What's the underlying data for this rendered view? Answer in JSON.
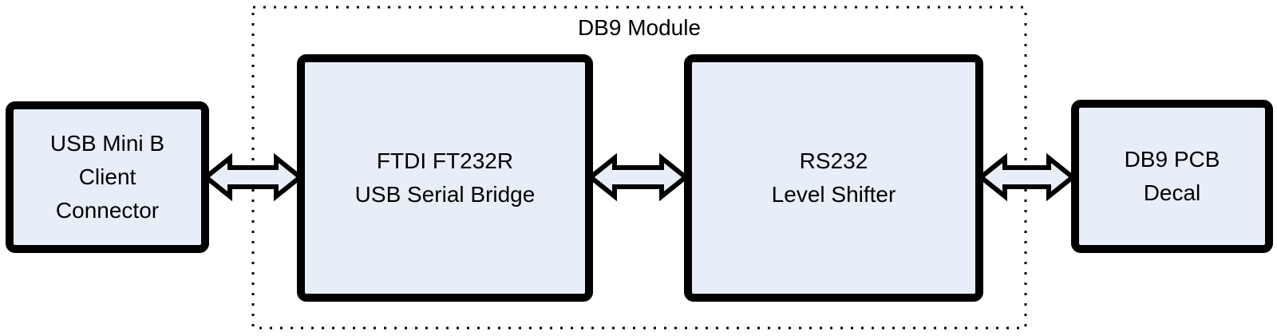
{
  "diagram": {
    "type": "block-diagram",
    "module_label": "DB9 Module",
    "blocks": [
      {
        "id": "usb-mini-b-client-connector",
        "label_lines": [
          "USB Mini B",
          "Client",
          "Connector"
        ],
        "inside_module": false
      },
      {
        "id": "ftdi-ft232r-usb-serial-bridge",
        "label_lines": [
          "FTDI FT232R",
          "USB Serial Bridge"
        ],
        "inside_module": true
      },
      {
        "id": "rs232-level-shifter",
        "label_lines": [
          "RS232",
          "Level Shifter"
        ],
        "inside_module": true
      },
      {
        "id": "db9-pcb-decal",
        "label_lines": [
          "DB9 PCB",
          "Decal"
        ],
        "inside_module": false
      }
    ],
    "connections": [
      {
        "from": "usb-mini-b-client-connector",
        "to": "ftdi-ft232r-usb-serial-bridge",
        "style": "bidirectional-block-arrow"
      },
      {
        "from": "ftdi-ft232r-usb-serial-bridge",
        "to": "rs232-level-shifter",
        "style": "bidirectional-block-arrow"
      },
      {
        "from": "rs232-level-shifter",
        "to": "db9-pcb-decal",
        "style": "bidirectional-block-arrow"
      }
    ],
    "colors": {
      "block_fill": "#E8EEF7",
      "block_border": "#000000",
      "text_color": "#000000",
      "background": "#FFFFFF",
      "boundary_color": "#000000"
    }
  }
}
